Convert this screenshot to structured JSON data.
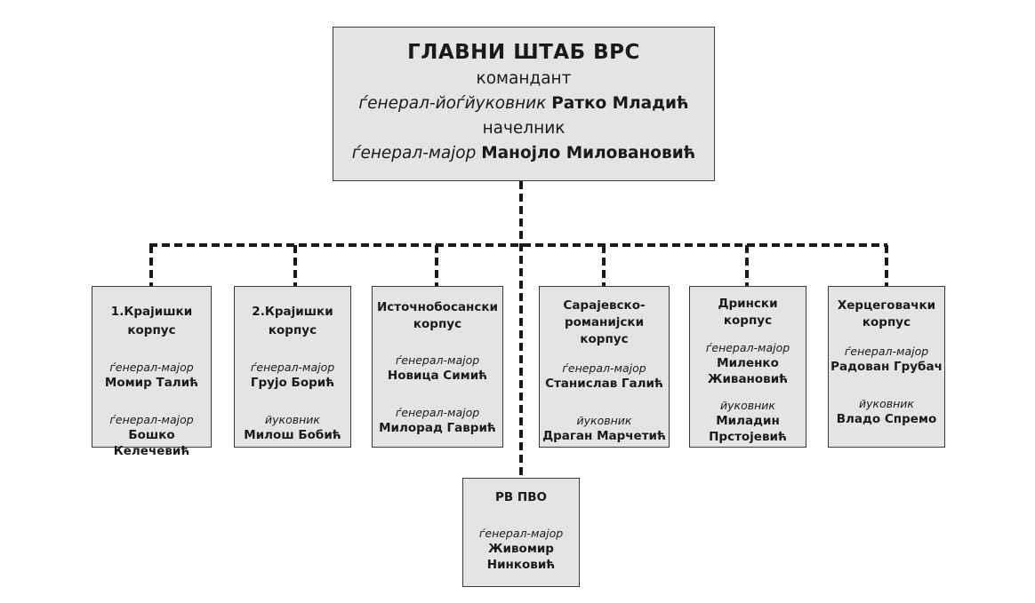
{
  "hq": {
    "title": "ГЛАВНИ ШТАБ ВРС",
    "commander_role": "командант",
    "commander_rank": "ѓенерал-йоѓйуковник",
    "commander_name": "Ратко Младић",
    "chief_role": "начелник",
    "chief_rank": "ѓенерал-мајор",
    "chief_name": "Манојло Миловановић"
  },
  "units": [
    {
      "name_lines": [
        "1.Крајишки",
        "корпус"
      ],
      "people": [
        {
          "rank": "ѓенерал-мајор",
          "name_lines": [
            "Момир Талић"
          ]
        },
        {
          "rank": "ѓенерал-мајор",
          "name_lines": [
            "Бошко Келечевић"
          ]
        }
      ]
    },
    {
      "name_lines": [
        "2.Крајишки",
        "корпус"
      ],
      "people": [
        {
          "rank": "ѓенерал-мајор",
          "name_lines": [
            "Грујо Борић"
          ]
        },
        {
          "rank": "йуковник",
          "name_lines": [
            "Милош Бобић"
          ]
        }
      ]
    },
    {
      "name_lines": [
        "Источнобосански",
        "корпус"
      ],
      "people": [
        {
          "rank": "ѓенерал-мајор",
          "name_lines": [
            "Новица Симић"
          ]
        },
        {
          "rank": "ѓенерал-мајор",
          "name_lines": [
            "Милорад Гаврић"
          ]
        }
      ]
    },
    {
      "name_lines": [
        "Сарајевско-",
        "романијски",
        "корпус"
      ],
      "people": [
        {
          "rank": "ѓенерал-мајор",
          "name_lines": [
            "Станислав Галић"
          ]
        },
        {
          "rank": "йуковник",
          "name_lines": [
            "Драган Марчетић"
          ]
        }
      ]
    },
    {
      "name_lines": [
        "Дрински",
        "корпус"
      ],
      "people": [
        {
          "rank": "ѓенерал-мајор",
          "name_lines": [
            "Миленко",
            "Живановић"
          ]
        },
        {
          "rank": "йуковник",
          "name_lines": [
            "Миладин",
            "Прстојевић"
          ]
        }
      ]
    },
    {
      "name_lines": [
        "Херцеговачки",
        "корпус"
      ],
      "people": [
        {
          "rank": "ѓенерал-мајор",
          "name_lines": [
            "Радован Грубач"
          ]
        },
        {
          "rank": "йуковник",
          "name_lines": [
            "Владо Спремо"
          ]
        }
      ]
    },
    {
      "name_lines": [
        "РВ ПВО"
      ],
      "people": [
        {
          "rank": "ѓенерал-мајор",
          "name_lines": [
            "Живомир",
            "Нинковић"
          ]
        }
      ]
    }
  ]
}
